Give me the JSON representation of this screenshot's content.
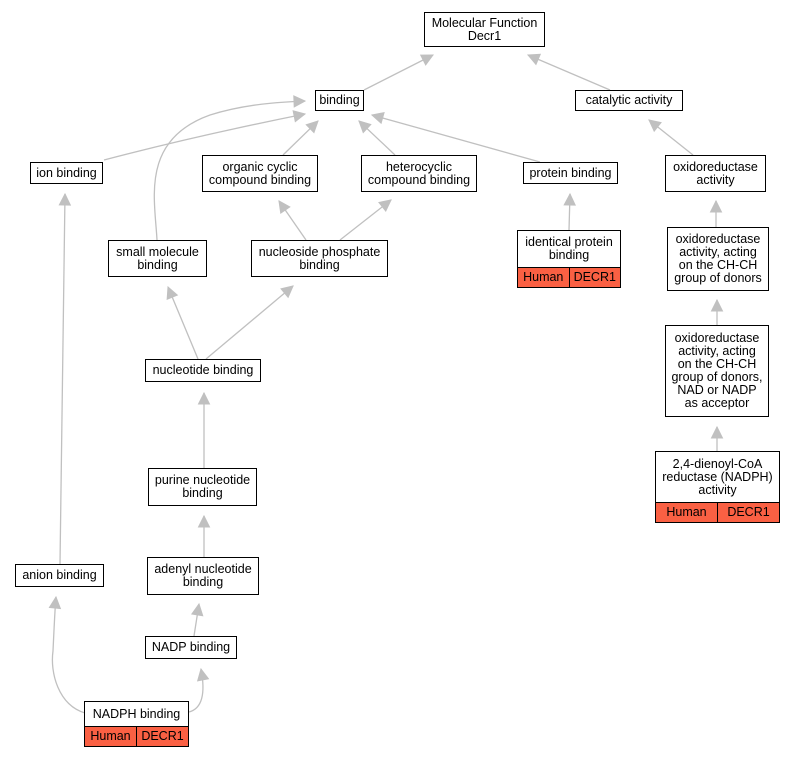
{
  "graph": {
    "edge_color": "#c0c0c0",
    "annotation_color": "#fa6043",
    "nodes": {
      "molecular_function": {
        "label": "Molecular Function\nDecr1"
      },
      "binding": {
        "label": "binding"
      },
      "catalytic_activity": {
        "label": "catalytic activity"
      },
      "ion_binding": {
        "label": "ion binding"
      },
      "organic_cyclic_compound_binding": {
        "label": "organic cyclic\ncompound binding"
      },
      "heterocyclic_compound_binding": {
        "label": "heterocyclic\ncompound binding"
      },
      "protein_binding": {
        "label": "protein binding"
      },
      "oxidoreductase_activity": {
        "label": "oxidoreductase\nactivity"
      },
      "small_molecule_binding": {
        "label": "small molecule\nbinding"
      },
      "nucleoside_phosphate_binding": {
        "label": "nucleoside phosphate\nbinding"
      },
      "identical_protein_binding": {
        "label": "identical protein\nbinding",
        "species": "Human",
        "gene": "DECR1"
      },
      "oxidoreductase_ch_ch": {
        "label": "oxidoreductase\nactivity, acting\non the CH-CH\ngroup of donors"
      },
      "nucleotide_binding": {
        "label": "nucleotide binding"
      },
      "oxidoreductase_ch_ch_nadp": {
        "label": "oxidoreductase\nactivity, acting\non the CH-CH\ngroup of donors,\nNAD or NADP\nas acceptor"
      },
      "purine_nucleotide_binding": {
        "label": "purine nucleotide\nbinding"
      },
      "dienoyl_coa_reductase": {
        "label": "2,4-dienoyl-CoA\nreductase (NADPH)\nactivity",
        "species": "Human",
        "gene": "DECR1"
      },
      "adenyl_nucleotide_binding": {
        "label": "adenyl nucleotide\nbinding"
      },
      "anion_binding": {
        "label": "anion binding"
      },
      "nadp_binding": {
        "label": "NADP binding"
      },
      "nadph_binding": {
        "label": "NADPH binding",
        "species": "Human",
        "gene": "DECR1"
      }
    },
    "edges": [
      [
        "binding",
        "molecular_function"
      ],
      [
        "catalytic_activity",
        "molecular_function"
      ],
      [
        "ion_binding",
        "binding"
      ],
      [
        "small_molecule_binding",
        "binding"
      ],
      [
        "organic_cyclic_compound_binding",
        "binding"
      ],
      [
        "heterocyclic_compound_binding",
        "binding"
      ],
      [
        "protein_binding",
        "binding"
      ],
      [
        "oxidoreductase_activity",
        "catalytic_activity"
      ],
      [
        "nucleoside_phosphate_binding",
        "organic_cyclic_compound_binding"
      ],
      [
        "nucleoside_phosphate_binding",
        "heterocyclic_compound_binding"
      ],
      [
        "identical_protein_binding",
        "protein_binding"
      ],
      [
        "oxidoreductase_ch_ch",
        "oxidoreductase_activity"
      ],
      [
        "nucleotide_binding",
        "small_molecule_binding"
      ],
      [
        "nucleotide_binding",
        "nucleoside_phosphate_binding"
      ],
      [
        "oxidoreductase_ch_ch_nadp",
        "oxidoreductase_ch_ch"
      ],
      [
        "purine_nucleotide_binding",
        "nucleotide_binding"
      ],
      [
        "dienoyl_coa_reductase",
        "oxidoreductase_ch_ch_nadp"
      ],
      [
        "adenyl_nucleotide_binding",
        "purine_nucleotide_binding"
      ],
      [
        "anion_binding",
        "ion_binding"
      ],
      [
        "nadp_binding",
        "adenyl_nucleotide_binding"
      ],
      [
        "nadph_binding",
        "anion_binding"
      ],
      [
        "nadph_binding",
        "nadp_binding"
      ]
    ]
  }
}
